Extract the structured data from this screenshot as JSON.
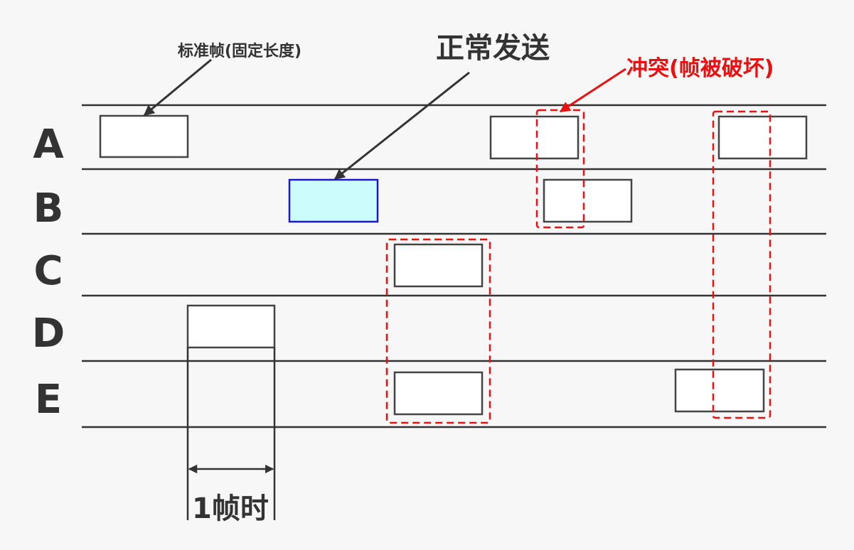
{
  "annotations": {
    "standard_frame": "标准帧(固定长度)",
    "normal_send": "正常发送",
    "collision": "冲突(帧被破坏)",
    "frame_time": "1帧时"
  },
  "rows": [
    {
      "label": "A"
    },
    {
      "label": "B"
    },
    {
      "label": "C"
    },
    {
      "label": "D"
    },
    {
      "label": "E"
    }
  ],
  "colors": {
    "text": "#333333",
    "line": "#333333",
    "frame_border": "#444444",
    "frame_fill": "#ffffff",
    "normal_frame_border": "#1a1acc",
    "normal_frame_fill": "#ccfcfc",
    "collision": "#e81010"
  }
}
